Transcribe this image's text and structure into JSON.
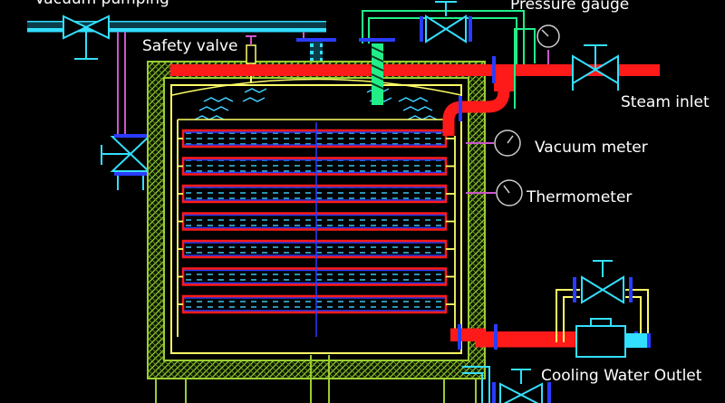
{
  "labels": {
    "vacuum_pumping": "Vacuum pumping",
    "pressure_gauge": "Pressure gauge",
    "safety_valve": "Safety valve",
    "steam_inlet": "Steam inlet",
    "vacuum_meter": "Vacuum meter",
    "thermometer": "Thermometer",
    "cooling_water_outlet": "Cooling Water Outlet"
  },
  "colors": {
    "background": "#000000",
    "steam_pipe": "#ff1a1a",
    "vacuum_pipe": "#33dfff",
    "insulation": "#9acd32",
    "inner_wall": "#ffff66",
    "shelf": "#2a3cff",
    "gauge_line": "#cc55cc",
    "cooling_pipe": "#ffff66",
    "condensate_pipe": "#22ee88",
    "valve": "#00e5ff",
    "label_text": "#ffffff"
  },
  "shelves": {
    "count": 7
  },
  "icons": [
    "gate-valve-icon",
    "pressure-gauge-icon",
    "vacuum-meter-icon",
    "thermometer-icon",
    "safety-valve-icon",
    "flange-icon"
  ]
}
